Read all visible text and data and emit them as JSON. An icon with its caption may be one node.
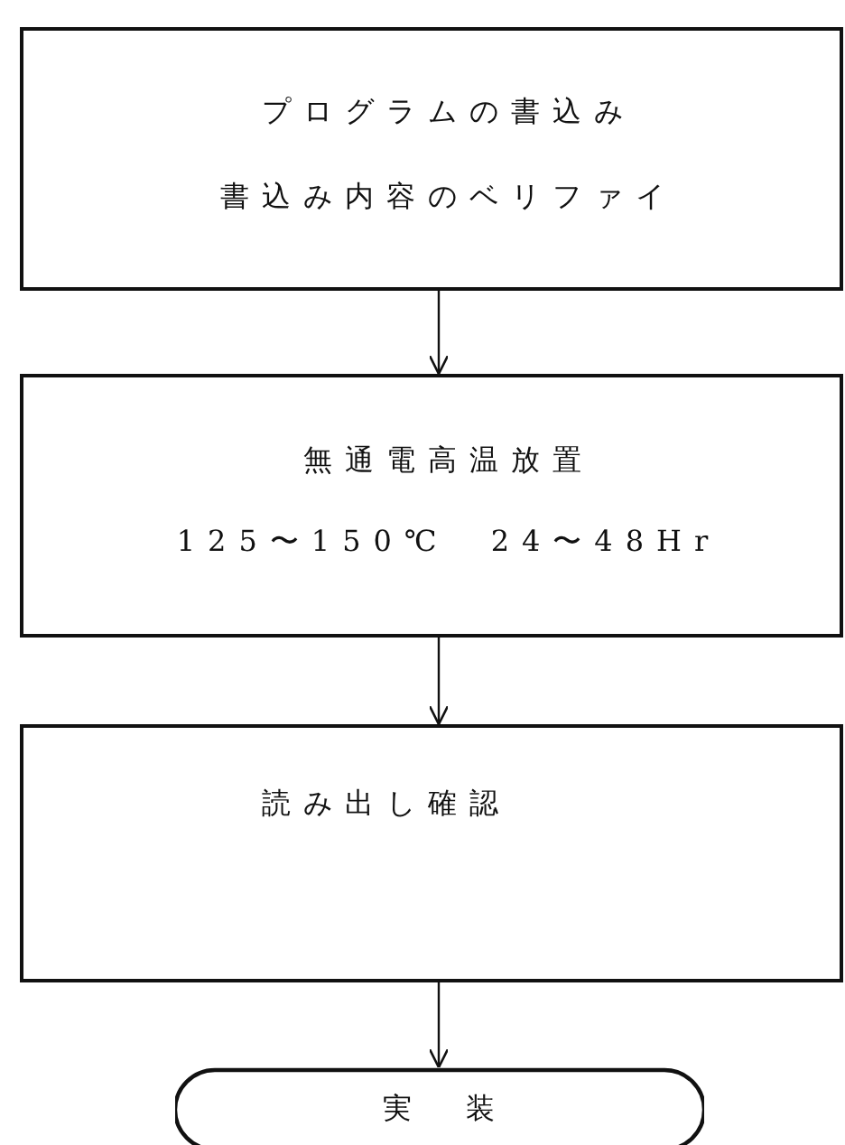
{
  "diagram": {
    "nodes": [
      {
        "text": [
          "プログラムの書込み",
          "書込み内容のベリファイ"
        ]
      },
      {
        "text": [
          "無通電高温放置",
          "125〜150℃　24〜48Hr"
        ]
      },
      {
        "text": [
          "読み出し確認"
        ]
      },
      {
        "text": [
          "実　装"
        ]
      }
    ],
    "edges": [
      {
        "from": 0,
        "to": 1,
        "arrow": "to"
      },
      {
        "from": 1,
        "to": 2,
        "arrow": "to"
      },
      {
        "from": 2,
        "to": 3,
        "arrow": "to"
      }
    ]
  }
}
